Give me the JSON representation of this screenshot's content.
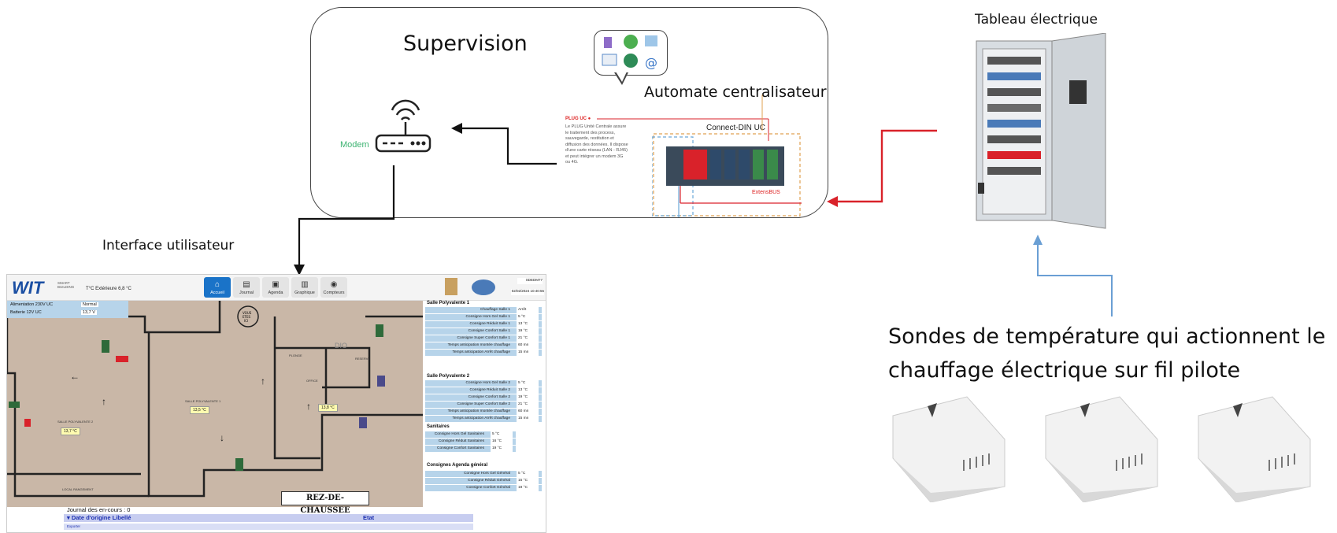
{
  "supervision": {
    "title": "Supervision",
    "automate_label": "Automate  centralisateur",
    "modem_label": "Modem",
    "connect_label": "Connect-DIN UC",
    "extension_label": "ExtensBUS",
    "pluc_title": "PLUG UC ●",
    "pluc_text": "Le PLUG Unité Centrale assure le traitement des process, sauvegarde, restitution et diffusion des données. Il dispose d'une carte réseau (LAN - RJ45) et peut intégrer un modem 3G ou 4G."
  },
  "tableau": {
    "label": "Tableau électrique"
  },
  "sondes": {
    "line1": "Sondes de température qui actionnent le",
    "line2": "chauffage électrique sur fil pilote"
  },
  "interface": {
    "label": "Interface utilisateur"
  },
  "ui": {
    "logo": "WIT",
    "logo_sub": "SMART BUILDING",
    "temp_ext": "T°C Extérieure  6,8 °C",
    "nav": [
      {
        "label": "Accueil",
        "icon": "home-icon",
        "glyph": "⌂"
      },
      {
        "label": "Journal",
        "icon": "book-icon",
        "glyph": "▤"
      },
      {
        "label": "Agenda",
        "icon": "calendar-icon",
        "glyph": "▣"
      },
      {
        "label": "Graphique",
        "icon": "chart-icon",
        "glyph": "▥"
      },
      {
        "label": "Compteurs",
        "icon": "gauge-icon",
        "glyph": "◉"
      }
    ],
    "user_id": "SDEDM77",
    "datetime": "02/02/2024 10:40:55",
    "status": [
      {
        "label": "Alimentation 230V UC",
        "value": "Normal"
      },
      {
        "label": "Batterie 12V UC",
        "value": "13,7 V"
      }
    ],
    "floor_label": "REZ-DE-CHAUSSEE",
    "rooms": [
      {
        "name": "SALLE POLYVALENTE 2",
        "temp": "13,7 °C"
      },
      {
        "name": "SALLE POLYVALENTE 1",
        "temp": "13,5 °C"
      },
      {
        "name": "OFFICE",
        "temp": "13,8 °C"
      },
      {
        "name": "PLONGE"
      },
      {
        "name": "RESERVE"
      },
      {
        "name": "LOCAL RANGEMENT"
      }
    ],
    "panel": [
      {
        "title": "Salle Polyvalente 1",
        "rows": [
          {
            "label": "Chauffage Salle 1",
            "value": "Arrêt"
          },
          {
            "label": "Consigne Hors Gel Salle 1",
            "value": "5 °C"
          },
          {
            "label": "Consigne Réduit Salle 1",
            "value": "13 °C"
          },
          {
            "label": "Consigne Confort Salle 1",
            "value": "19 °C"
          },
          {
            "label": "Consigne Super Confort Salle 1",
            "value": "21 °C"
          },
          {
            "label": "Temps anticipation montée chauffage",
            "value": "60 mn"
          },
          {
            "label": "Temps anticipation Arrêt chauffage",
            "value": "15 mn"
          }
        ]
      },
      {
        "title": "Salle Polyvalente 2",
        "rows": [
          {
            "label": "Consigne Hors Gel Salle 2",
            "value": "5 °C"
          },
          {
            "label": "Consigne Réduit Salle 2",
            "value": "13 °C"
          },
          {
            "label": "Consigne Confort Salle 2",
            "value": "19 °C"
          },
          {
            "label": "Consigne Super Confort Salle 2",
            "value": "21 °C"
          },
          {
            "label": "Temps anticipation montée chauffage",
            "value": "60 mn"
          },
          {
            "label": "Temps anticipation Arrêt chauffage",
            "value": "15 mn"
          }
        ]
      },
      {
        "title": "Sanitaires",
        "rows": [
          {
            "label": "Consigne Hors Gel Sanitaires",
            "value": "5 °C"
          },
          {
            "label": "Consigne Réduit Sanitaires",
            "value": "16 °C"
          },
          {
            "label": "Consigne Confort Sanitaires",
            "value": "19 °C"
          }
        ]
      },
      {
        "title": "Consignes Agenda général",
        "rows": [
          {
            "label": "Consigne Hors Gel Général",
            "value": "5 °C"
          },
          {
            "label": "Consigne Réduit Général",
            "value": "15 °C"
          },
          {
            "label": "Consigne Confort Général",
            "value": "19 °C"
          }
        ]
      }
    ],
    "journal": {
      "title": "Journal des en-cours : 0",
      "col_date": "▾ Date d'origine Libellé",
      "col_etat": "Etat",
      "export": "Exporter"
    }
  },
  "colors": {
    "red_arrow": "#d9222a",
    "blue_arrow": "#6a9fd4",
    "ui_blue": "#1a73c8",
    "panel_blue": "#b7d4ea"
  }
}
